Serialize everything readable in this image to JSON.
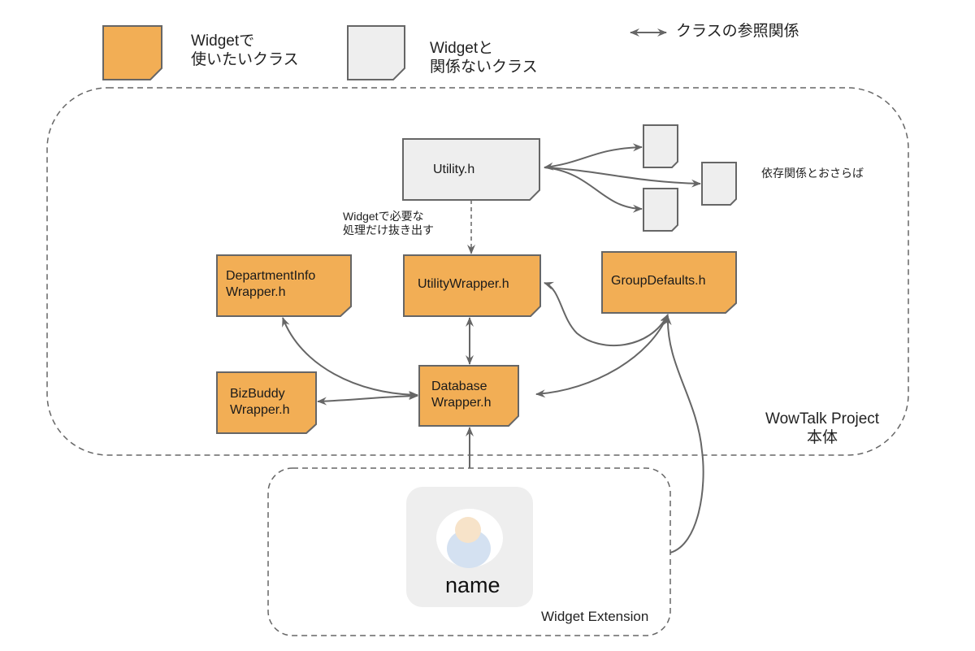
{
  "legend": {
    "used_class": "Widgetで\n使いたいクラス",
    "unrelated_class": "Widgetと\n関係ないクラス",
    "reference": "クラスの参照関係"
  },
  "colors": {
    "used": "#f2ae55",
    "unrelated": "#eeeeee",
    "stroke": "#666666",
    "avatar_head": "#f7e3c9",
    "avatar_body": "#d4e1f1",
    "widget_bg": "#eeeeee"
  },
  "groups": {
    "project": "WowTalk Project\n本体",
    "extension": "Widget Extension"
  },
  "nodes": {
    "utility": "Utility.h",
    "utility_wrapper": "UtilityWrapper.h",
    "department_info_wrapper": "DepartmentInfo\nWrapper.h",
    "group_defaults": "GroupDefaults.h",
    "bizbuddy_wrapper": "BizBuddy\nWrapper.h",
    "database_wrapper": "Database\nWrapper.h"
  },
  "annotations": {
    "extract": "Widgetで必要な\n処理だけ抜き出す",
    "goodbye": "依存関係とおさらば"
  },
  "widget": {
    "name": "name"
  }
}
